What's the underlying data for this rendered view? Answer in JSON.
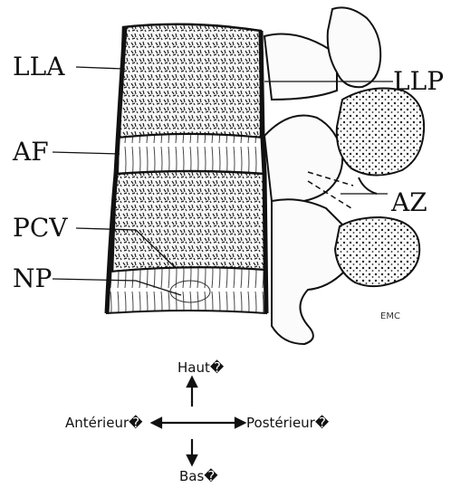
{
  "labels": {
    "lla": "LLA",
    "af": "AF",
    "pcv": "PCV",
    "np": "NP",
    "llp": "LLP",
    "az": "AZ",
    "watermark": "EMC"
  },
  "orientation": {
    "up": "Haut�",
    "down": "Bas�",
    "left": "Antérieur�",
    "right": "Postérieur�"
  },
  "colors": {
    "ink": "#111111",
    "bone_fill": "#f4f4f4",
    "disc_fill": "#ffffff"
  }
}
